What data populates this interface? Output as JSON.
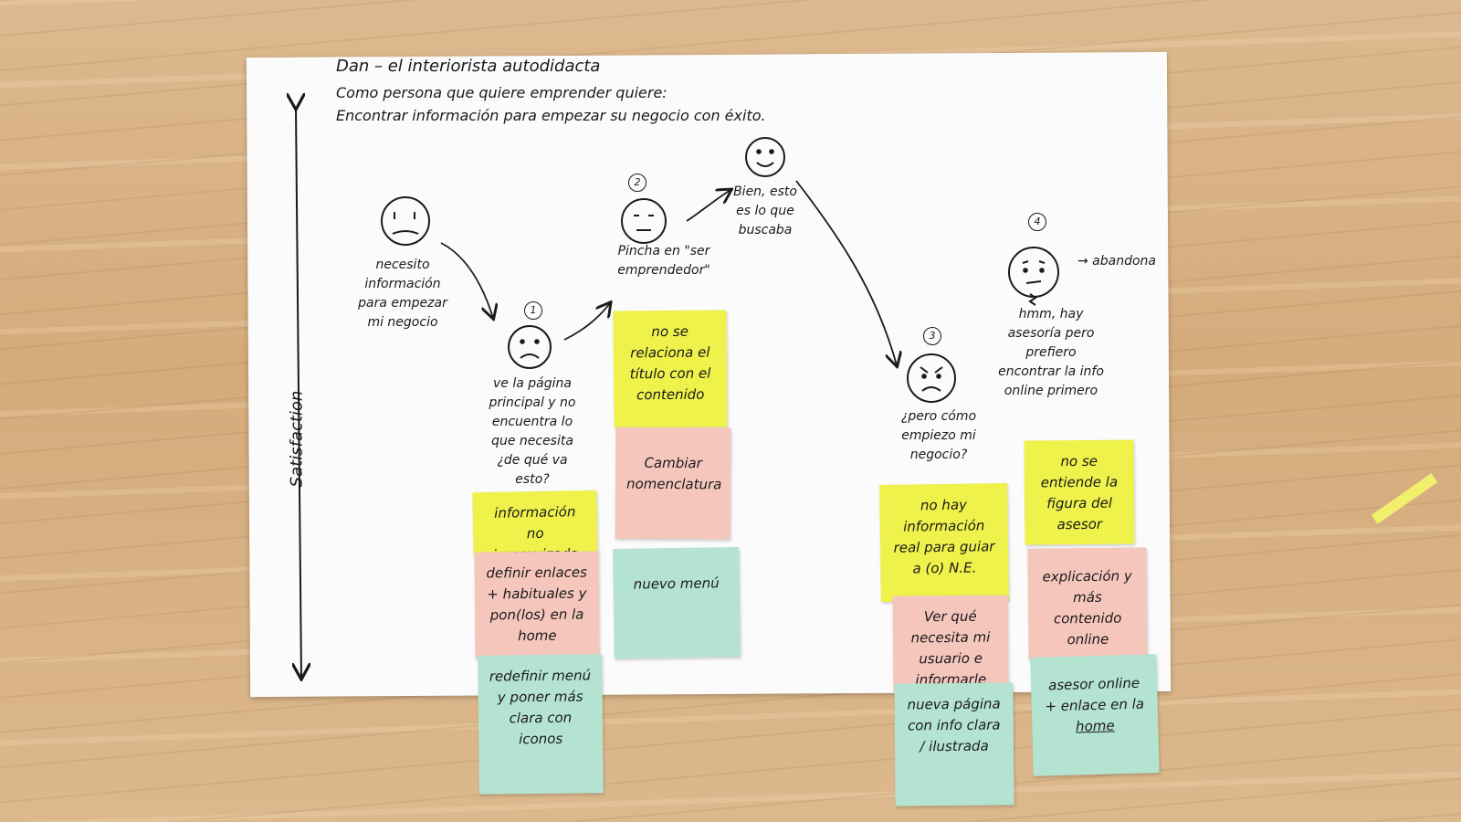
{
  "header": {
    "title": "Dan – el interiorista autodidacta",
    "line2": "Como persona que quiere emprender quiere:",
    "line3": "Encontrar información para empezar su negocio con éxito."
  },
  "axis_label": "Satisfaction",
  "steps": [
    {
      "number": "",
      "emotion": "sad-face-icon",
      "caption": "necesito información para empezar mi negocio"
    },
    {
      "number": "1",
      "emotion": "frown-face-icon",
      "caption": "ve la página principal y no encuentra lo que necesita ¿de qué va esto?"
    },
    {
      "number": "2",
      "emotion": "neutral-face-icon",
      "caption": "Pincha en \"ser emprendedor\""
    },
    {
      "number": "",
      "emotion": "happy-face-icon",
      "caption": "Bien, esto es lo que buscaba"
    },
    {
      "number": "3",
      "emotion": "angry-face-icon",
      "caption": "¿pero cómo empiezo mi negocio?"
    },
    {
      "number": "4",
      "emotion": "doubt-face-icon",
      "caption": "hmm, hay asesoría pero prefiero encontrar la info online primero",
      "outcome": "→ abandona"
    }
  ],
  "notes": {
    "col1": [
      {
        "color": "yellow",
        "text": "información no jerarquizada"
      },
      {
        "color": "pink",
        "text": "definir enlaces + habituales y pon(los) en la home"
      },
      {
        "color": "teal",
        "text": "redefinir menú y poner más clara con iconos"
      }
    ],
    "col2": [
      {
        "color": "yellow",
        "text": "no se relaciona el título con el contenido"
      },
      {
        "color": "pink",
        "text": "Cambiar nomenclatura"
      },
      {
        "color": "teal",
        "text": "nuevo menú"
      }
    ],
    "col3": [
      {
        "color": "yellow",
        "text": "no hay información real para guiar a (o) N.E."
      },
      {
        "color": "pink",
        "text": "Ver qué necesita mi usuario e informarle"
      },
      {
        "color": "teal",
        "text": "nueva página con info clara / ilustrada"
      }
    ],
    "col4": [
      {
        "color": "yellow",
        "text": "no se entiende la figura del asesor"
      },
      {
        "color": "pink",
        "text": "explicación y más contenido online"
      },
      {
        "color": "teal",
        "text_before": "asesor online + enlace en la",
        "text_underlined": "home"
      }
    ]
  }
}
